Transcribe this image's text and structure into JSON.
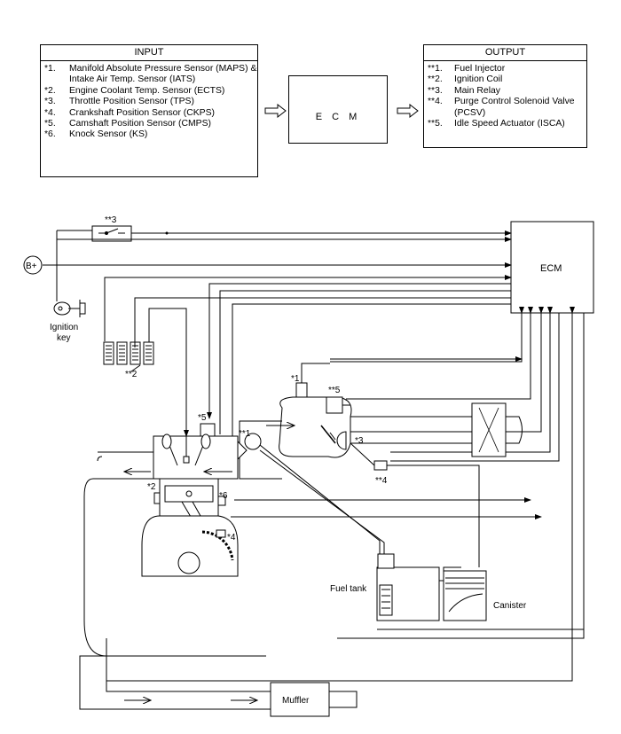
{
  "input_box": {
    "title": "INPUT",
    "items": [
      {
        "num": "*1.",
        "text": "Manifold Absolute Pressure Sensor (MAPS) & Intake Air Temp. Sensor (IATS)"
      },
      {
        "num": "*2.",
        "text": "Engine Coolant Temp. Sensor (ECTS)"
      },
      {
        "num": "*3.",
        "text": "Throttle Position Sensor (TPS)"
      },
      {
        "num": "*4.",
        "text": "Crankshaft Position Sensor (CKPS)"
      },
      {
        "num": "*5.",
        "text": "Camshaft Position Sensor (CMPS)"
      },
      {
        "num": "*6.",
        "text": "Knock Sensor (KS)"
      }
    ]
  },
  "ecm_center": {
    "label": "E C M"
  },
  "output_box": {
    "title": "OUTPUT",
    "items": [
      {
        "num": "**1.",
        "text": "Fuel Injector"
      },
      {
        "num": "**2.",
        "text": "Ignition Coil"
      },
      {
        "num": "**3.",
        "text": "Main Relay"
      },
      {
        "num": "**4.",
        "text": "Purge Control Solenoid Valve (PCSV)"
      },
      {
        "num": "**5.",
        "text": "Idle Speed Actuator (ISCA)"
      }
    ]
  },
  "diagram": {
    "ecm_label": "ECM",
    "battery_label": "B+",
    "ignition_label_1": "Ignition",
    "ignition_label_2": "key",
    "fuel_tank_label": "Fuel tank",
    "canister_label": "Canister",
    "muffler_label": "Muffler",
    "callouts": {
      "main_relay": "**3",
      "ignition_coil": "**2",
      "maps": "*1",
      "isca": "**5",
      "cmps": "*5",
      "injector": "**1",
      "tps": "*3",
      "pcsv": "**4",
      "ects": "*2",
      "knock": "*6",
      "ckps": "*4"
    }
  }
}
